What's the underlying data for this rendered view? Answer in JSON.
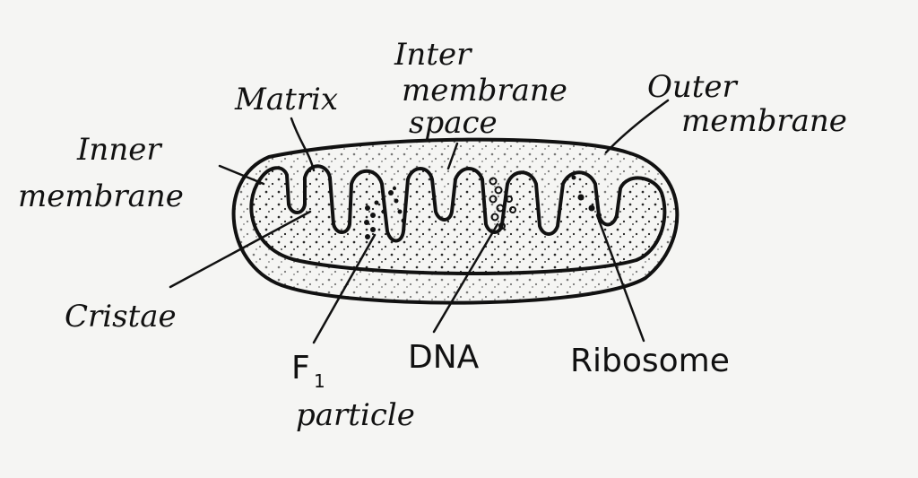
{
  "labels": {
    "inter_membrane_1": "Inter",
    "inter_membrane_2": "membrane",
    "inter_membrane_3": "space",
    "matrix": "Matrix",
    "outer_membrane_1": "Outer",
    "outer_membrane_2": "membrane",
    "inner_membrane_1": "Inner",
    "inner_membrane_2": "membrane",
    "cristae": "Cristae",
    "f1_main": "F",
    "f1_sub": "1",
    "f1_particle": "particle",
    "dna": "DNA",
    "ribosome": "Ribosome"
  }
}
